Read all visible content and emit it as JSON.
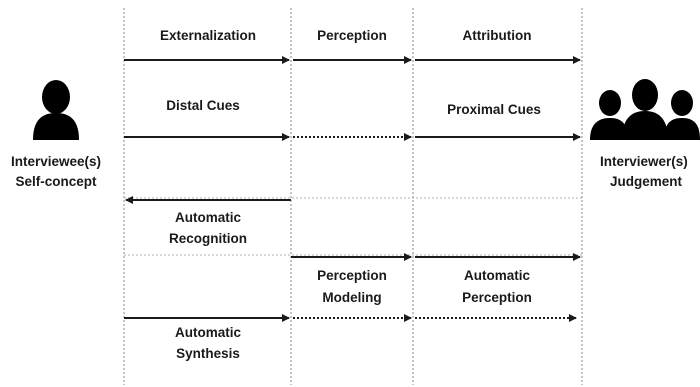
{
  "actors": {
    "left": {
      "line1": "Interviewee(s)",
      "line2": "Self-concept",
      "icon": "person-icon"
    },
    "right": {
      "line1": "Interviewer(s)",
      "line2": "Judgement",
      "icon": "group-icon"
    }
  },
  "stages": {
    "externalization": "Externalization",
    "perception": "Perception",
    "attribution": "Attribution"
  },
  "cues": {
    "distal": "Distal Cues",
    "proximal": "Proximal Cues"
  },
  "machine": {
    "recognition_line1": "Automatic",
    "recognition_line2": "Recognition",
    "perception_modeling_line1": "Perception",
    "perception_modeling_line2": "Modeling",
    "automatic_perception_line1": "Automatic",
    "automatic_perception_line2": "Perception",
    "synthesis_line1": "Automatic",
    "synthesis_line2": "Synthesis"
  }
}
